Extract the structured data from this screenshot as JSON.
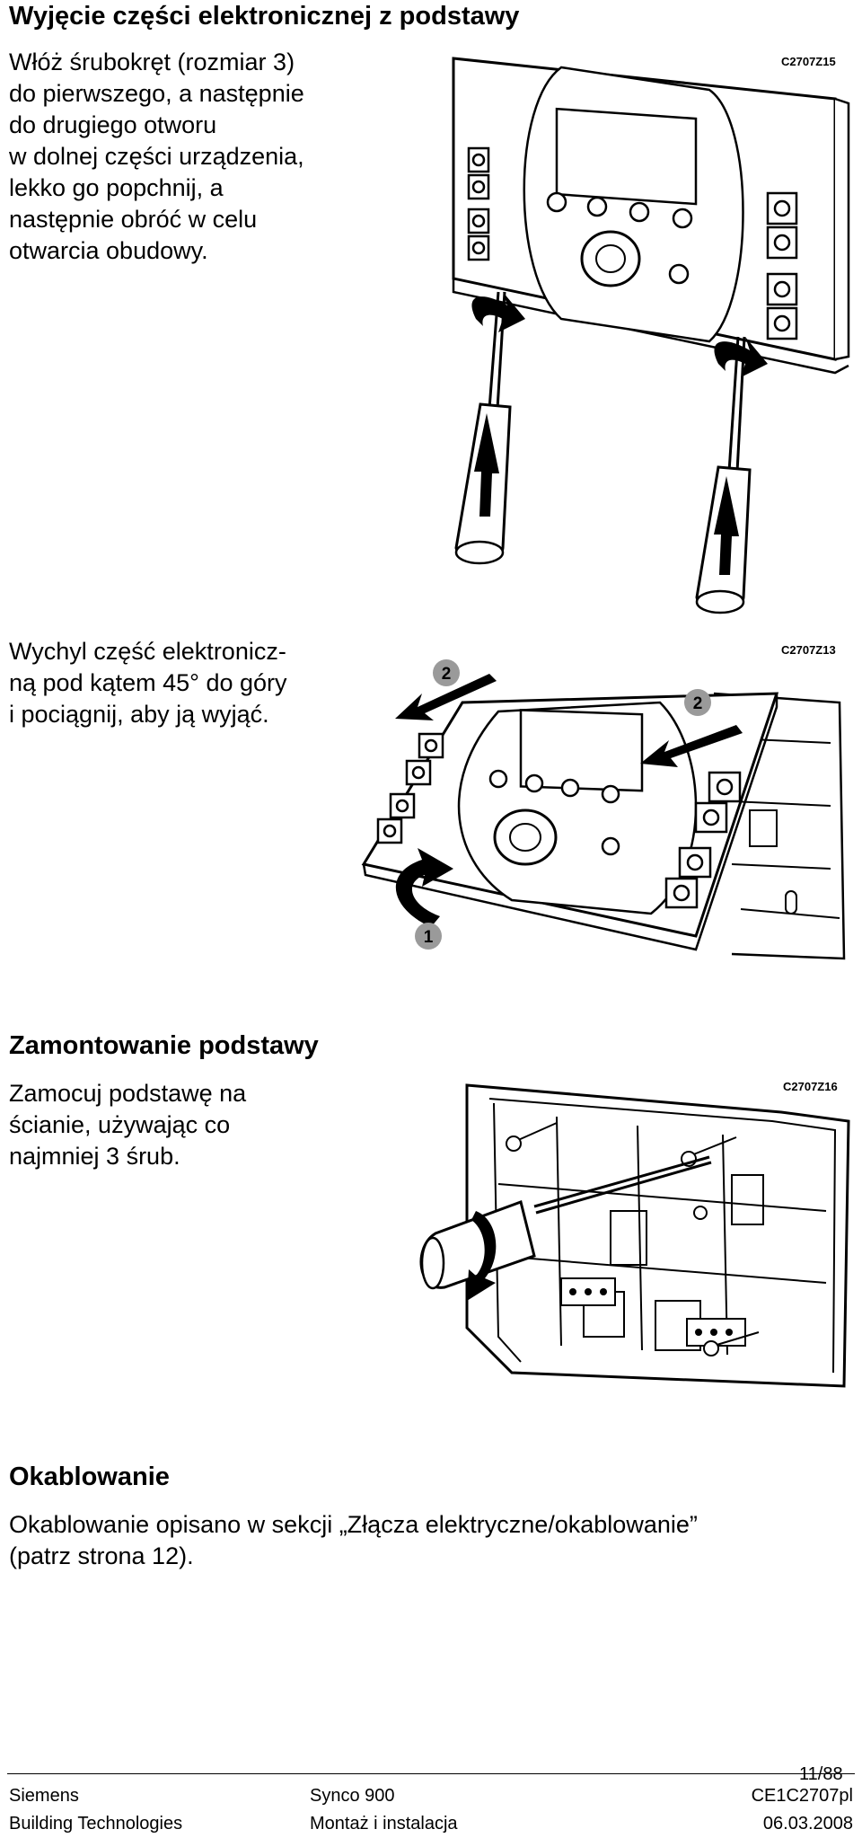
{
  "sections": {
    "remove": {
      "heading": "Wyjęcie części elektronicznej z podstawy",
      "step1_lines": [
        "Włóż śrubokręt (rozmiar 3)",
        "do pierwszego, a następnie",
        "do drugiego otworu",
        "w dolnej części urządzenia,",
        "lekko go popchnij, a",
        "następnie obróć w celu",
        "otwarcia obudowy."
      ],
      "figure1_code": "C2707Z15",
      "step2_lines": [
        "Wychyl część elektronicz-",
        "ną pod kątem 45° do góry",
        "i pociągnij, aby ją wyjąć."
      ],
      "figure2_code": "C2707Z13",
      "figure2_markers": [
        "2",
        "2",
        "1"
      ]
    },
    "mount": {
      "heading": "Zamontowanie podstawy",
      "lines": [
        "Zamocuj podstawę na",
        "ścianie, używając co",
        "najmniej 3 śrub."
      ],
      "figure3_code": "C2707Z16"
    },
    "wiring": {
      "heading": "Okablowanie",
      "lines": [
        "Okablowanie opisano w sekcji „Złącza elektryczne/okablowanie”",
        "(patrz strona 12)."
      ]
    }
  },
  "footer": {
    "page": "11/88",
    "left": [
      "Siemens",
      "Building Technologies"
    ],
    "center": [
      "Synco 900",
      "Montaż i instalacja"
    ],
    "right": [
      "CE1C2707pl",
      "06.03.2008"
    ]
  }
}
